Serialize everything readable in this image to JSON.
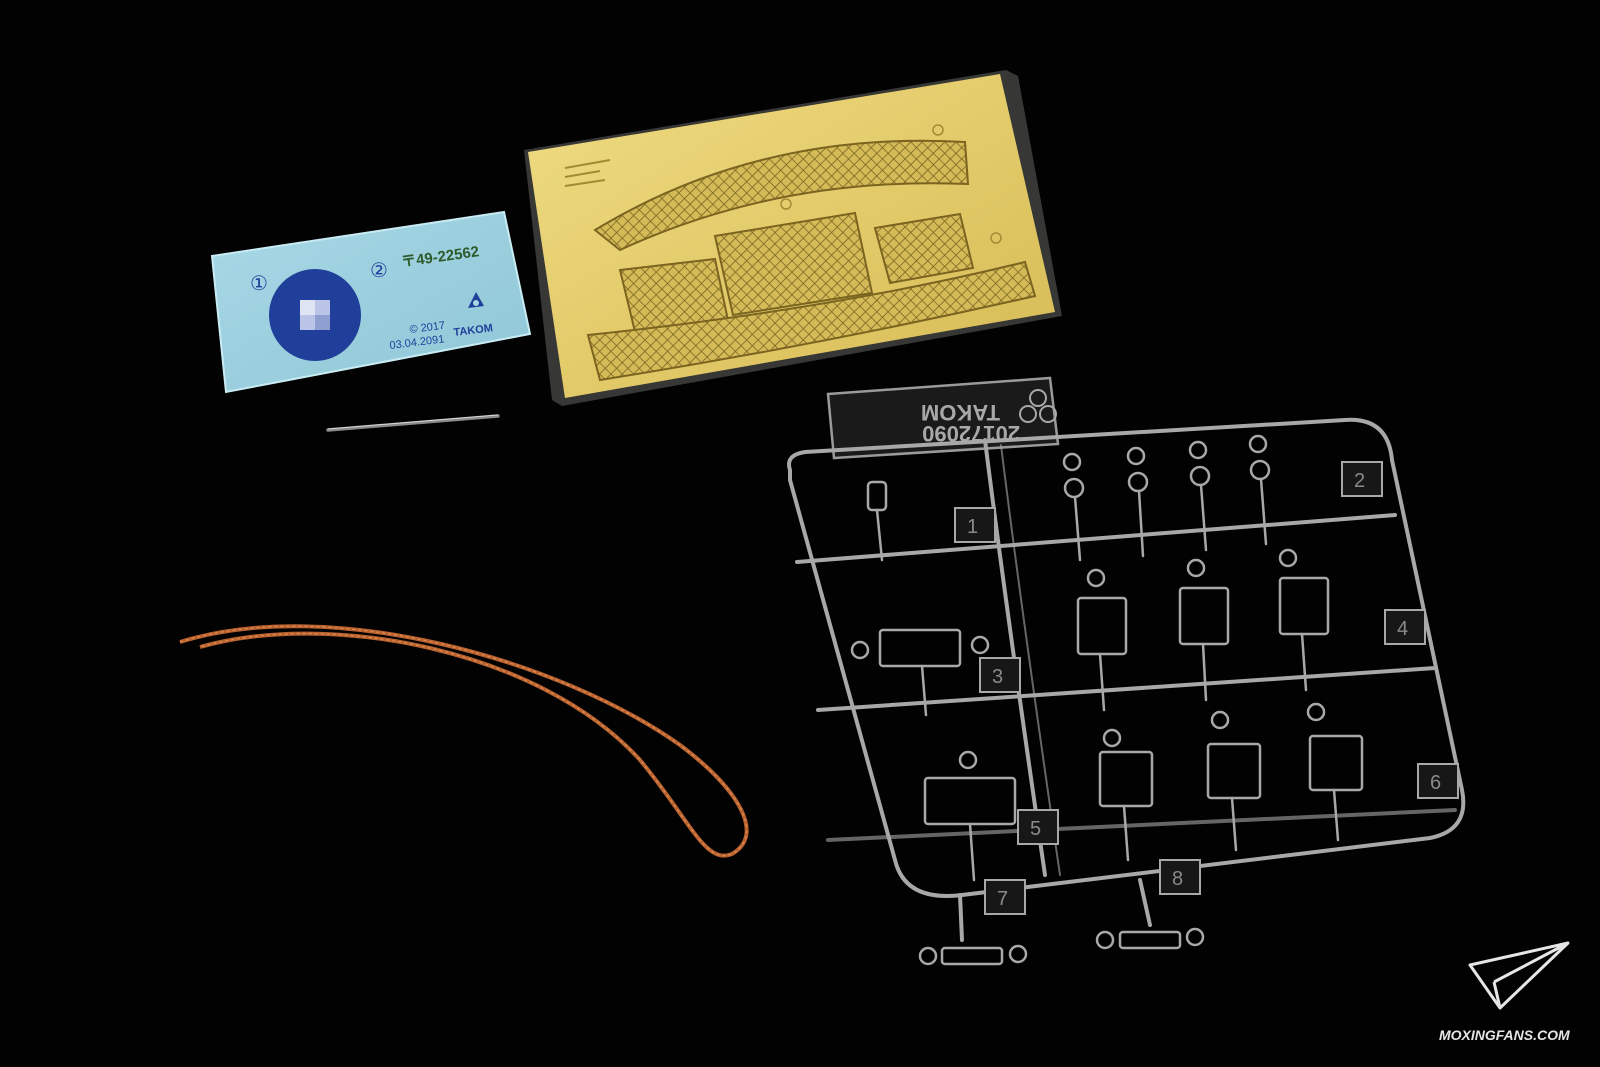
{
  "decal_sheet": {
    "marker_1": "①",
    "marker_2": "②",
    "serial": "〒49-22562",
    "copyright": "© 2017",
    "code": "03.04.2091",
    "brand": "TAKOM"
  },
  "clear_sprue": {
    "brand": "TAKOM",
    "code": "20172090",
    "part_numbers": [
      "1",
      "2",
      "3",
      "4",
      "5",
      "6",
      "7",
      "8"
    ]
  },
  "watermark": {
    "site": "MOXINGFANS.COM"
  },
  "colors": {
    "background": "#020202",
    "decal_paper": "#9fd1e0",
    "photo_etch": "#e4cf72",
    "copper_wire": "#c06a35",
    "clear_plastic": "#9a9a9a",
    "decal_blue": "#1f3f9a"
  }
}
